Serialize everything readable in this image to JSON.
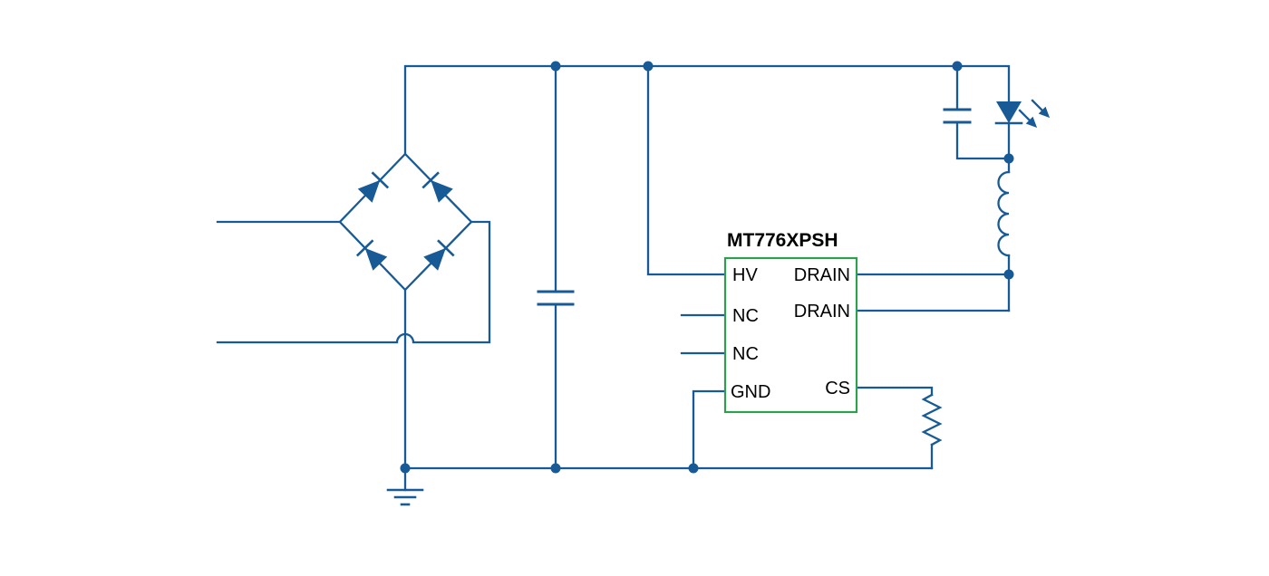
{
  "colors": {
    "wire": "#185a96",
    "ic_outline": "#2f9e4f",
    "text": "#000000",
    "background": "#ffffff"
  },
  "ic": {
    "part_number": "MT776XPSH",
    "pins_left": [
      "HV",
      "NC",
      "NC",
      "GND"
    ],
    "pins_right": [
      "DRAIN",
      "DRAIN",
      "CS"
    ]
  },
  "components": [
    "ac-input-lines",
    "bridge-rectifier",
    "filter-capacitor",
    "controller-ic",
    "output-capacitor",
    "led",
    "inductor",
    "current-sense-resistor",
    "ground-symbol"
  ]
}
